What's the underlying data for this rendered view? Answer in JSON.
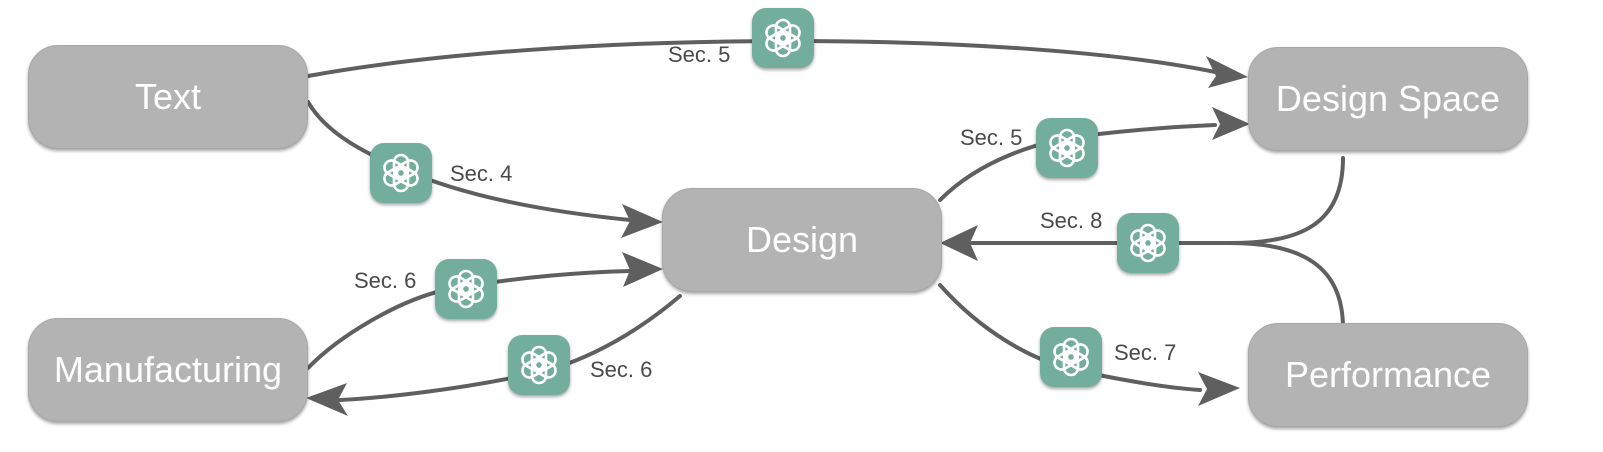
{
  "colors": {
    "node_fill": "#b3b3b3",
    "node_text": "#ffffff",
    "badge_fill": "#72ae9b",
    "edge": "#5f5f5f",
    "label": "#4a4a4a"
  },
  "nodes": {
    "text": "Text",
    "design_space": "Design Space",
    "design": "Design",
    "manufacturing": "Manufacturing",
    "performance": "Performance"
  },
  "edge_labels": {
    "text_to_design_space": "Sec. 5",
    "text_to_design": "Sec. 4",
    "design_to_design_space": "Sec. 5",
    "feedback_to_design": "Sec. 8",
    "manufacturing_to_design": "Sec. 6",
    "design_to_manufacturing": "Sec. 6",
    "design_to_performance": "Sec. 7"
  },
  "icon": "openai-logo-icon"
}
